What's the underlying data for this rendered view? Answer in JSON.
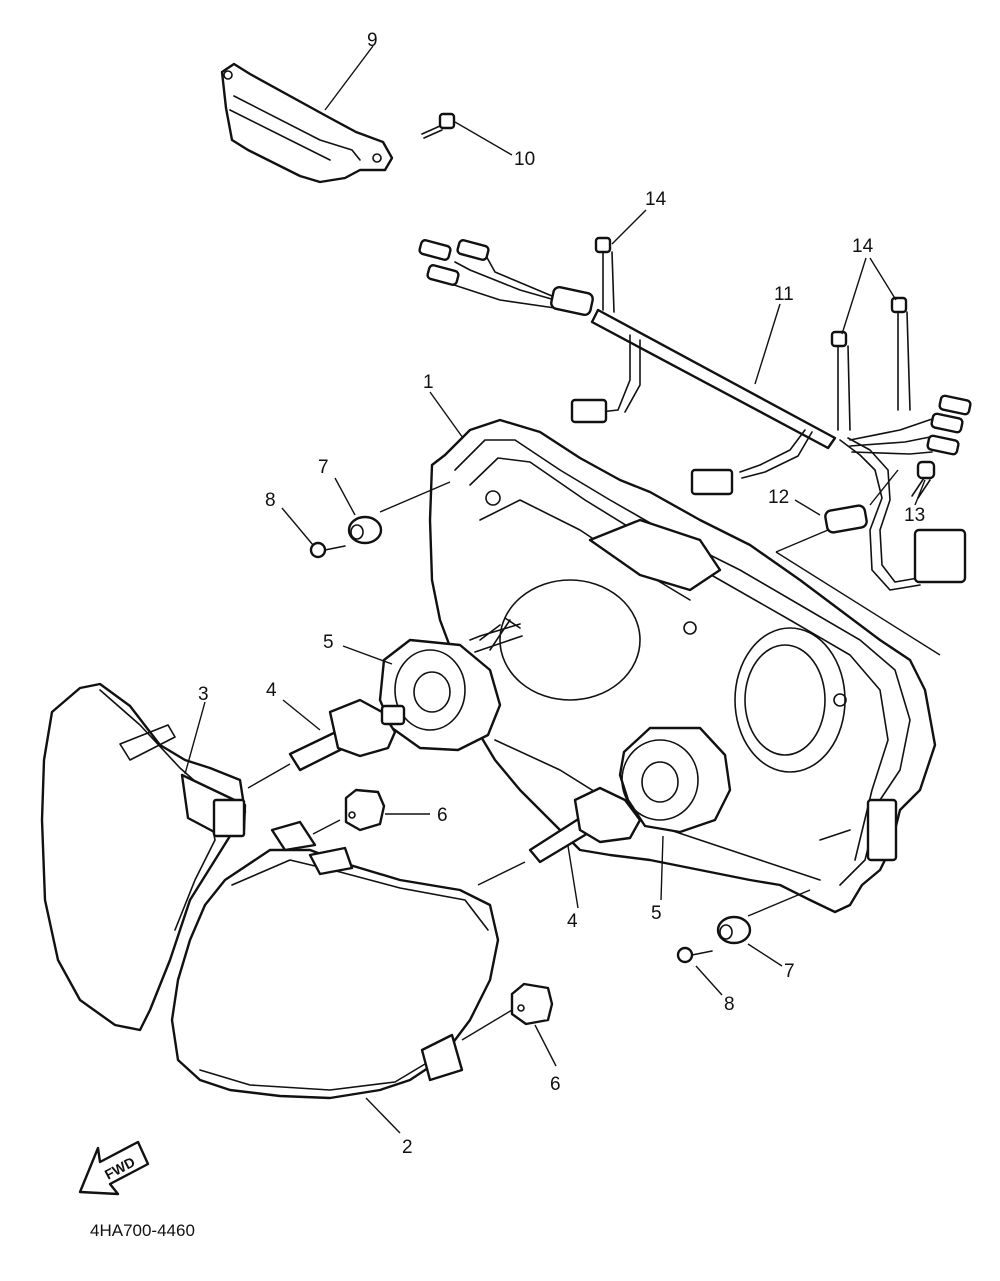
{
  "diagram": {
    "document_code": "4HA700-4460",
    "fwd_label": "FWD",
    "callouts": {
      "c1": "1",
      "c2": "2",
      "c3": "3",
      "c4a": "4",
      "c4b": "4",
      "c5a": "5",
      "c5b": "5",
      "c6a": "6",
      "c6b": "6",
      "c7a": "7",
      "c7b": "7",
      "c8a": "8",
      "c8b": "8",
      "c9": "9",
      "c10": "10",
      "c11": "11",
      "c12": "12",
      "c13": "13",
      "c14a": "14",
      "c14b": "14"
    }
  }
}
